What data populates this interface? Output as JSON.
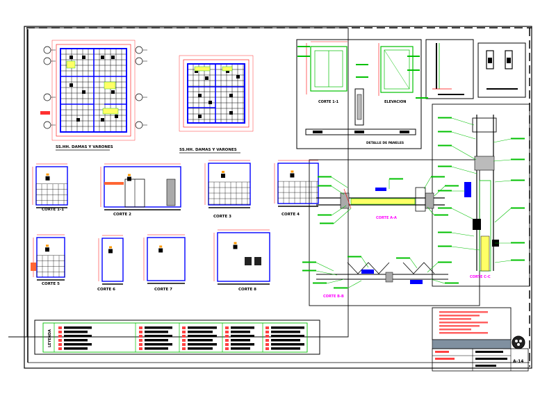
{
  "sheet": {
    "background": "#ffffff",
    "colors": {
      "border": "#000000",
      "wall": "#0000ff",
      "dimension": "#ff0000",
      "annotation": "#00c000",
      "detail": "#ffff00",
      "tile": "#000000",
      "title_block_accent": "#ff4040"
    }
  },
  "plans": [
    {
      "label": "SS.HH. DAMAS Y VARONES"
    },
    {
      "label": "SS.HH. DAMAS Y VARONES"
    }
  ],
  "cortes": [
    {
      "label": "CORTE 1-1"
    },
    {
      "label": "CORTE 2"
    },
    {
      "label": "CORTE 3"
    },
    {
      "label": "CORTE 4"
    },
    {
      "label": "CORTE 5"
    },
    {
      "label": "CORTE 6"
    },
    {
      "label": "CORTE 7"
    },
    {
      "label": "CORTE 8"
    }
  ],
  "details": {
    "corte_1": "CORTE 1-1",
    "elevacion": "ELEVACION",
    "paneles": "DETALLE DE PANELES",
    "corte_a": "CORTE A-A",
    "corte_b": "CORTE B-B",
    "corte_c": "CORTE C-C"
  },
  "legend": {
    "title": "LEYENDA"
  },
  "title_block": {
    "sheet_number": "A-14"
  }
}
